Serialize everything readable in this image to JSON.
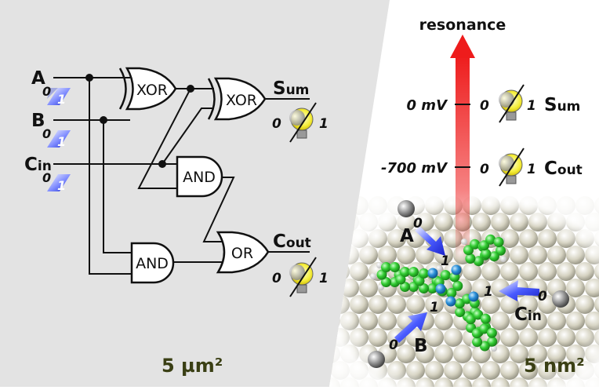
{
  "circuit": {
    "inputs": {
      "a": {
        "main": "A",
        "sub": ""
      },
      "b": {
        "main": "B",
        "sub": ""
      },
      "cin": {
        "main": "C",
        "sub": "in"
      }
    },
    "switch_labels": {
      "zero": "0",
      "one": "1"
    },
    "gates": {
      "xor1": "XOR",
      "xor2": "XOR",
      "and1": "AND",
      "and2": "AND",
      "or1": "OR"
    },
    "outputs": {
      "sum": {
        "main": "S",
        "sub": "um"
      },
      "cout": {
        "main": "C",
        "sub": "out"
      }
    },
    "bulb_labels": {
      "zero": "0",
      "one": "1"
    },
    "scale": "5 µm²"
  },
  "molecule": {
    "axis_label": "resonance",
    "levels": [
      {
        "voltage": "0 mV",
        "zero": "0",
        "one": "1",
        "out_main": "S",
        "out_sub": "um"
      },
      {
        "voltage": "-700 mV",
        "zero": "0",
        "one": "1",
        "out_main": "C",
        "out_sub": "out"
      }
    ],
    "inputs": {
      "a": {
        "main": "A",
        "sub": "",
        "zero": "0",
        "one": "1"
      },
      "b": {
        "main": "B",
        "sub": "",
        "zero": "0",
        "one": "1"
      },
      "cin": {
        "main": "C",
        "sub": "in",
        "zero": "0",
        "one": "1"
      }
    },
    "scale": "5 nm²"
  },
  "colors": {
    "left_panel": "#e3e3e3",
    "wire": "#111111",
    "switch_blue": "#2f3fd8",
    "bulb_yellow": "#f5ee3a",
    "arrow_red": "#ee1c1c",
    "atom_green": "#33cc33",
    "atom_blue": "#2a8fd8",
    "scale_text": "#3a3f14"
  }
}
